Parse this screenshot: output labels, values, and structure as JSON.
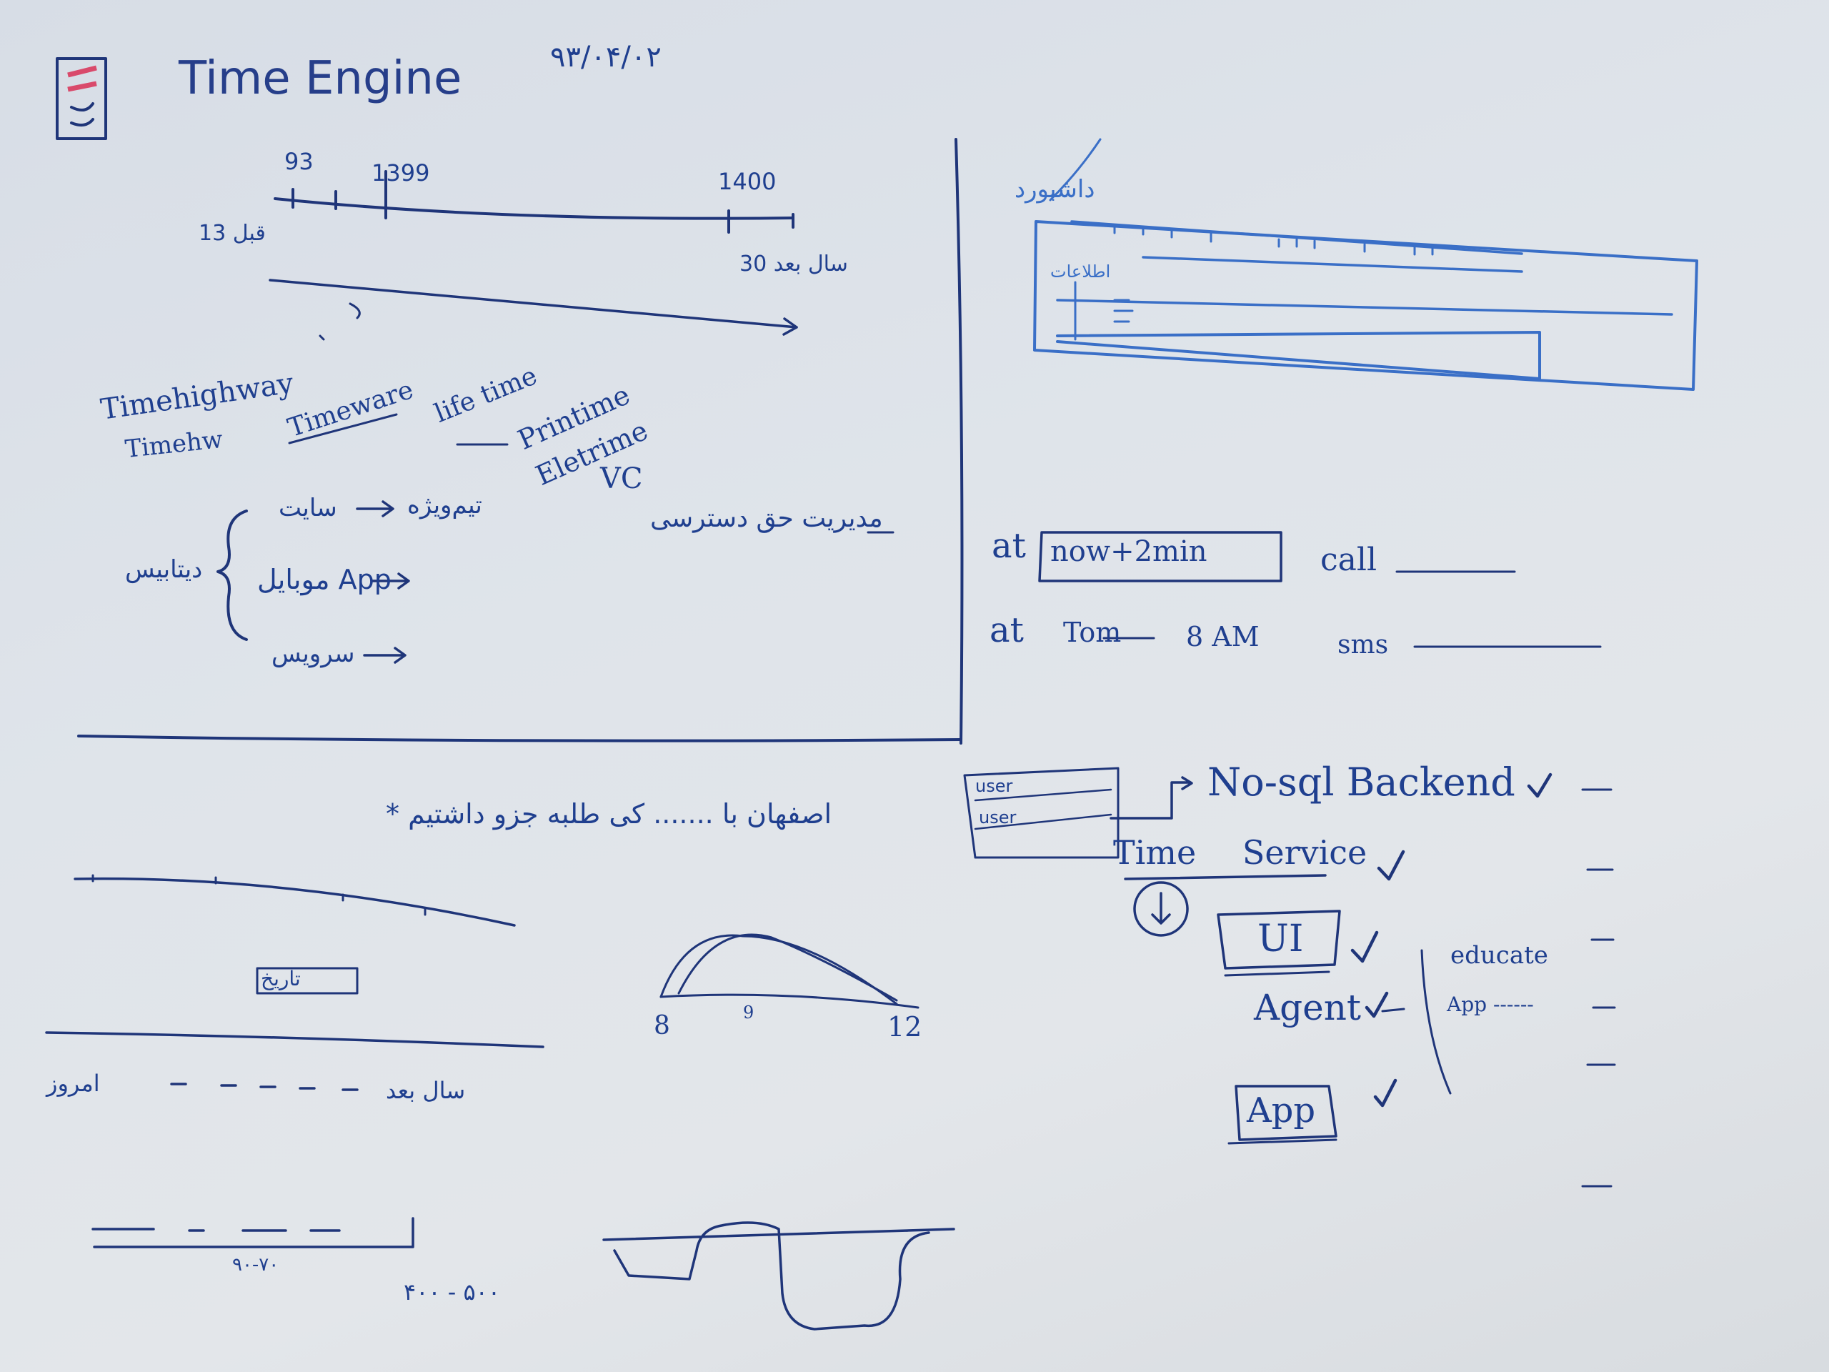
{
  "title": "Time Engine",
  "date": "۹۳/۰۴/۰۲",
  "timeline": {
    "left_tick": "93",
    "mid_tick": "1399",
    "right_tick": "1400",
    "left_note": "13 قبل",
    "right_note": "30 سال بعد"
  },
  "names": {
    "n1": "Timehighway",
    "n2": "Timehw",
    "n3": "Timeware",
    "n4": "life time",
    "n5": "Printime",
    "n6": "Eletrime",
    "n7": "VC"
  },
  "dicts": {
    "brace_label": "دیتابیس",
    "item1": "تیم‌ویژه",
    "item1_target": "سایت",
    "item2": "موبایل App",
    "item3": "سرویس",
    "access": "مدیریت حق دسترسی"
  },
  "right_top": {
    "label1": "داشبورد",
    "label2": "اطلاعات"
  },
  "schedule": {
    "row1_at": "at",
    "row1_time": "now+2min",
    "row1_action": "call",
    "row2_at": "at",
    "row2_time": "Tom",
    "row2_hour": "8 AM",
    "row2_action": "sms"
  },
  "lower_left": {
    "quote": "* اصفهان با ....... کی طلبه جزو داشتیم",
    "tag": "تاریخ",
    "dash_left": "امروز",
    "dash_right": "سال بعد",
    "range1": "۹۰-۷۰",
    "range2": "۴۰۰ - ۵۰۰"
  },
  "curve": {
    "x_start": "8",
    "x_mid": "9",
    "x_end": "12"
  },
  "arch": {
    "card_line1": "user",
    "card_line2": "user",
    "backend": "No-sql Backend",
    "service": "Time Service",
    "ui": "UI",
    "agent": "Agent",
    "app": "App",
    "edu": "educate",
    "app_note": "App ------"
  }
}
